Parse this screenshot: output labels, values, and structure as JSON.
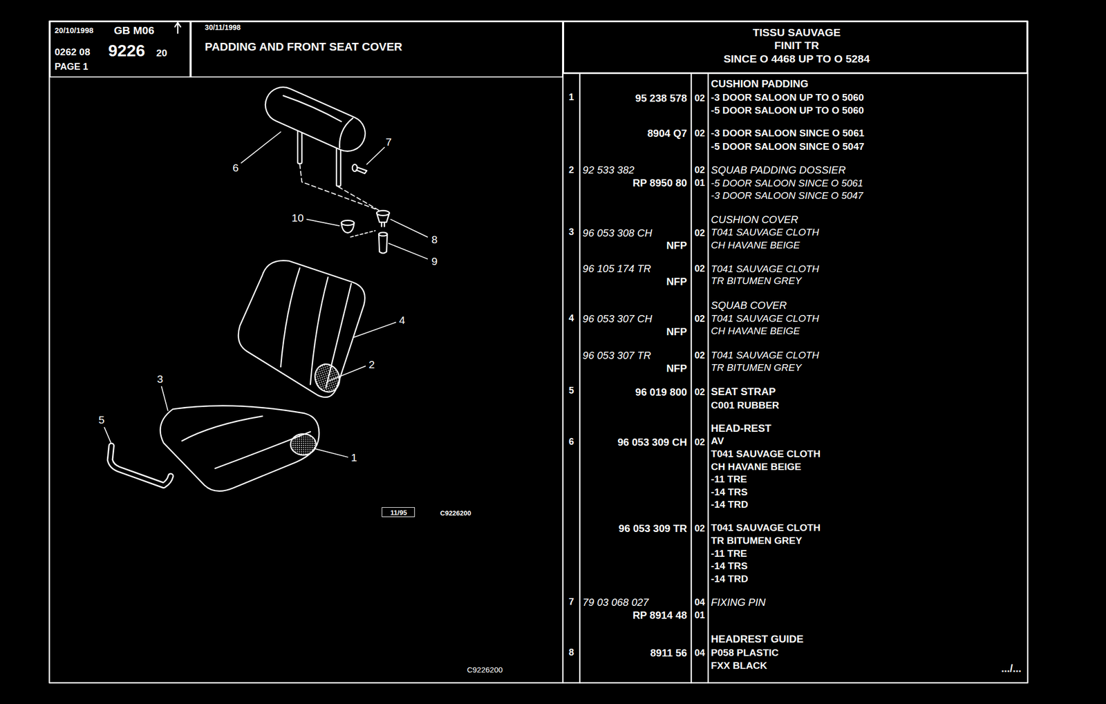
{
  "diagram": {
    "title": "PADDING AND FRONT SEAT COVER",
    "nodes": [
      {
        "text": [
          "20/10/1998",
          "GB M06",
          "0262 08",
          "9226",
          "20",
          "PAGE 1"
        ]
      },
      {
        "text": [
          "30/11/1998"
        ]
      },
      {
        "text": [
          "TISSU SAUVAGE",
          "FINIT TR",
          "SINCE O 4468 UP TO O 5284"
        ]
      },
      {
        "text": [
          "11/95"
        ]
      }
    ],
    "labels": [
      "6",
      "7",
      "10",
      "8",
      "9",
      "4",
      "2",
      "3",
      "5",
      "1",
      "C9226200",
      "C9226200",
      "CUSHION PADDING",
      "1",
      "95 238 578",
      "02",
      "-3 DOOR SALOON UP TO O 5060",
      "-5 DOOR SALOON UP TO O 5060",
      "8904 Q7",
      "02",
      "-3 DOOR SALOON SINCE O 5061",
      "-5 DOOR SALOON SINCE O 5047",
      "2",
      "92 533 382",
      "02",
      "SQUAB PADDING DOSSIER",
      "RP 8950 80",
      "01",
      "-5 DOOR SALOON SINCE O 5061",
      "-3 DOOR SALOON SINCE O 5047",
      "CUSHION COVER",
      "3",
      "96 053 308 CH",
      "02",
      "T041 SAUVAGE CLOTH",
      "NFP",
      "CH HAVANE BEIGE",
      "96 105 174 TR",
      "02",
      "T041 SAUVAGE CLOTH",
      "NFP",
      "TR BITUMEN GREY",
      "SQUAB COVER",
      "4",
      "96 053 307 CH",
      "02",
      "T041 SAUVAGE CLOTH",
      "NFP",
      "CH HAVANE BEIGE",
      "96 053 307 TR",
      "02",
      "T041 SAUVAGE CLOTH",
      "NFP",
      "TR BITUMEN GREY",
      "5",
      "96 019 800",
      "02",
      "SEAT STRAP",
      "C001 RUBBER",
      "HEAD-REST",
      "6",
      "96 053 309 CH",
      "02",
      "AV",
      "T041 SAUVAGE CLOTH",
      "CH HAVANE BEIGE",
      "-11 TRE",
      "-14 TRS",
      "-14 TRD",
      "96 053 309 TR",
      "02",
      "T041 SAUVAGE CLOTH",
      "TR BITUMEN GREY",
      "-11 TRE",
      "-14 TRS",
      "-14 TRD",
      "7",
      "79 03 068 027",
      "04",
      "FIXING PIN",
      "RP 8914 48",
      "01",
      "HEADREST GUIDE",
      "8",
      "8911 56",
      "04",
      "P058 PLASTIC",
      "FXX BLACK",
      ".../..."
    ]
  }
}
